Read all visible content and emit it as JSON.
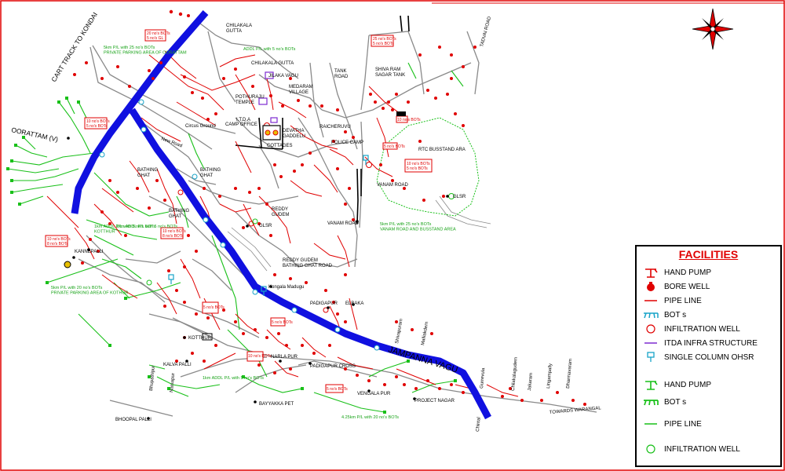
{
  "map": {
    "place_labels": {
      "chilakala_gutta_top": "CHILAKALA\nGUTTA",
      "cart_track": "CART TRACK TO KONDAI",
      "oorattam": "OORATTAM (V)",
      "chilakala_gutta": "CHILAKALA GUTTA",
      "jilaka_vagu": "JILAKA VAGU",
      "medaram_village": "MEDARAM\nVILLAGE",
      "pothuraju_temple": "POTHURAJU\nTEMPLE",
      "tank_road": "TANK\nROAD",
      "shiva_ram_sagar_tank": "SHIVA RAM\nSAGAR TANK",
      "tadvai_road": "TADVAI ROAD",
      "circus_ground": "Circus Ground",
      "camp_office": "CAMP OFFICE",
      "raicheruvu": "RAICHERUVU",
      "police_camp": "POLICE CAMP",
      "rtc_busstand_area": "RTC BUSSTAND ARA",
      "bathing_ghat_1": "BATHING\nGHAT",
      "bathing_ghat_2": "BATHING\nGHAT",
      "vanam_road_1": "VANAM ROAD",
      "glsr_1": "GLSR",
      "reddy_gudem": "REDDY\nGUDEM",
      "bathing_ghat_3": "BATHING\nGHAT",
      "glsr_2": "GLSR",
      "vanam_road_2": "VANAM ROAD",
      "kannepalli": "KANNEPALLI",
      "reddy_gudem_bathing_ghat_road": "REDDY GUDEM\nBATHING GHAT ROAD",
      "kongala_madugu": "Kongala Madugu",
      "padigapur": "PADIGAPUR",
      "elbaka": "ELBAKA",
      "kotthur": "KOTTHUR",
      "narla_pur": "NARLA PUR",
      "padigapur_cross": "PADIGAPUR CROSS",
      "kalva_palli": "KALVA PALLI",
      "jampanna_vagu": "JAMPANNA VAGU",
      "vengala_pur": "VENGALA PUR",
      "project_nagar": "PROJECT NAGAR",
      "bayyakka_pet": "BAYYAKKA PET",
      "bhoopal_palli": "BHOOPAL PALLI",
      "towards_warangal": "TOWARDS WARANGAL",
      "new_road": "New Road",
      "ittada_office": "I.T.D.A",
      "devatha_gaddelu": "DEVATHA\nGADDELU",
      "cottages": "COTTAGES",
      "shivapuram": "Shivapuram",
      "mallikadem": "Malliakdem",
      "chilakala_gudem": "Chilakalagudem",
      "jakaram": "Jakaram",
      "lingampally": "Lingampally",
      "dharmavaram": "Dharmavaram",
      "gurrevula": "Gurrevula",
      "bhupathi": "Bhupathipur",
      "narsapur": "Narsapur",
      "chintal": "Chintal"
    },
    "green_notes": {
      "parking_oorattam": "5km P/L with 25 no's BOTs\nPRIVATE PARKING AREA OF OORATTAM",
      "additional_10": "ADDL P/L with 5 no's BOTs",
      "kotthur_parking": "1km ADDL P/L with 5 no's BOTs\nKOTTHUR",
      "kotthur_private": "5km P/L with 20 no's BOTs\nPRIVATE PARKING AREA OF KOTHUR",
      "bus_parking": "1km ADDL P/L with 5 no's BOTs",
      "vanam_busstand": "5km P/L with 25 no's BOTs\nVANAM ROAD AND BUSSTAND AREA",
      "kotthur_p": "1km ADDL P/L with 5 no's BOTs",
      "vengala": "4.25km P/L with 20 no's BOTs"
    },
    "red_boxes": {
      "box1": "20 no's BOTs\n5 no's GL",
      "box2": "10 no's BOTs\n5 no's BOTs",
      "box3": "25 no's BOTs\n5 no's BOTs",
      "box4": "10 no's BOTs\n5 no's BOTs",
      "box5": "10 no's BOTs\n8 no's BOTs",
      "box6": "10 no's BOTs\n8 no's BOTs",
      "box7": "5 no's BOTs",
      "box8": "5 no's BOTs",
      "box9": "10 no's BOTs",
      "box10": "5 no's BOTs",
      "box11": "5 no's BOTs",
      "box12": "10 no's BOTs"
    }
  },
  "legend": {
    "title": "FACILITIES",
    "items": [
      {
        "label": "HAND PUMP",
        "icon": "hand-pump-red"
      },
      {
        "label": "BORE WELL",
        "icon": "bore-well-red"
      },
      {
        "label": "PIPE LINE",
        "icon": "pipe-line-red"
      },
      {
        "label": "BOT s",
        "icon": "bot-cyan"
      },
      {
        "label": "INFILTRATION WELL",
        "icon": "infiltration-well-red"
      },
      {
        "label": "ITDA INFRA STRUCTURE",
        "icon": "itda-purple"
      },
      {
        "label": "SINGLE COLUMN OHSR",
        "icon": "ohsr-cyan"
      },
      {
        "label": "HAND PUMP",
        "icon": "hand-pump-green"
      },
      {
        "label": "BOT s",
        "icon": "bot-green"
      },
      {
        "label": "PIPE LINE",
        "icon": "pipe-line-green"
      },
      {
        "label": "INFILTRATION WELL",
        "icon": "infiltration-well-green"
      }
    ]
  },
  "compass": {
    "icon": "compass-rose-icon"
  },
  "colors": {
    "river": "#1010e0",
    "facility_red": "#e00000",
    "facility_green": "#19c019",
    "road_gray": "#8a8a8a",
    "cyan": "#17a3c8",
    "purple": "#7d2ad0"
  }
}
